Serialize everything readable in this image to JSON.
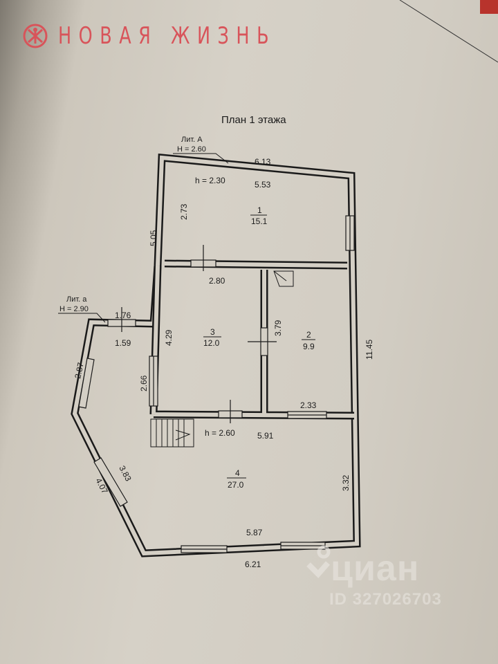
{
  "header": {
    "logo_text": "НОВАЯ ЖИЗНЬ",
    "logo_icon": "vitruvian-circle-icon",
    "accent": "#d8545a"
  },
  "plan": {
    "title": "План 1 этажа",
    "lit_a": {
      "name": "Лит. А",
      "height": "H = 2.60"
    },
    "lit_a_small": {
      "name": "Лит. а",
      "height": "H = 2.90"
    },
    "ceiling_heights": [
      "h = 2.30",
      "h = 2.60"
    ],
    "rooms": [
      {
        "number": "1",
        "area": "15.1"
      },
      {
        "number": "2",
        "area": "9.9"
      },
      {
        "number": "3",
        "area": "12.0"
      },
      {
        "number": "4",
        "area": "27.0"
      }
    ],
    "dimensions": {
      "top_outer": "6.13",
      "top_inner": "5.53",
      "room1_height": "2.73",
      "left_upper": "5.05",
      "room3_top": "2.80",
      "room2_stair": "3.79",
      "room3_left": "4.29",
      "right_outer": "11.45",
      "annex_top_outer": "1.76",
      "annex_top_inner": "1.59",
      "annex_left": "2.87",
      "annex_wall": "2.66",
      "room2_bottom": "2.33",
      "room4_top": "5.91",
      "room4_right": "3.32",
      "diag_inner": "3.83",
      "diag_outer": "4.07",
      "bottom_inner": "5.87",
      "bottom_outer": "6.21"
    }
  },
  "watermark": {
    "brand": "циан",
    "id": "ID 327026703"
  }
}
